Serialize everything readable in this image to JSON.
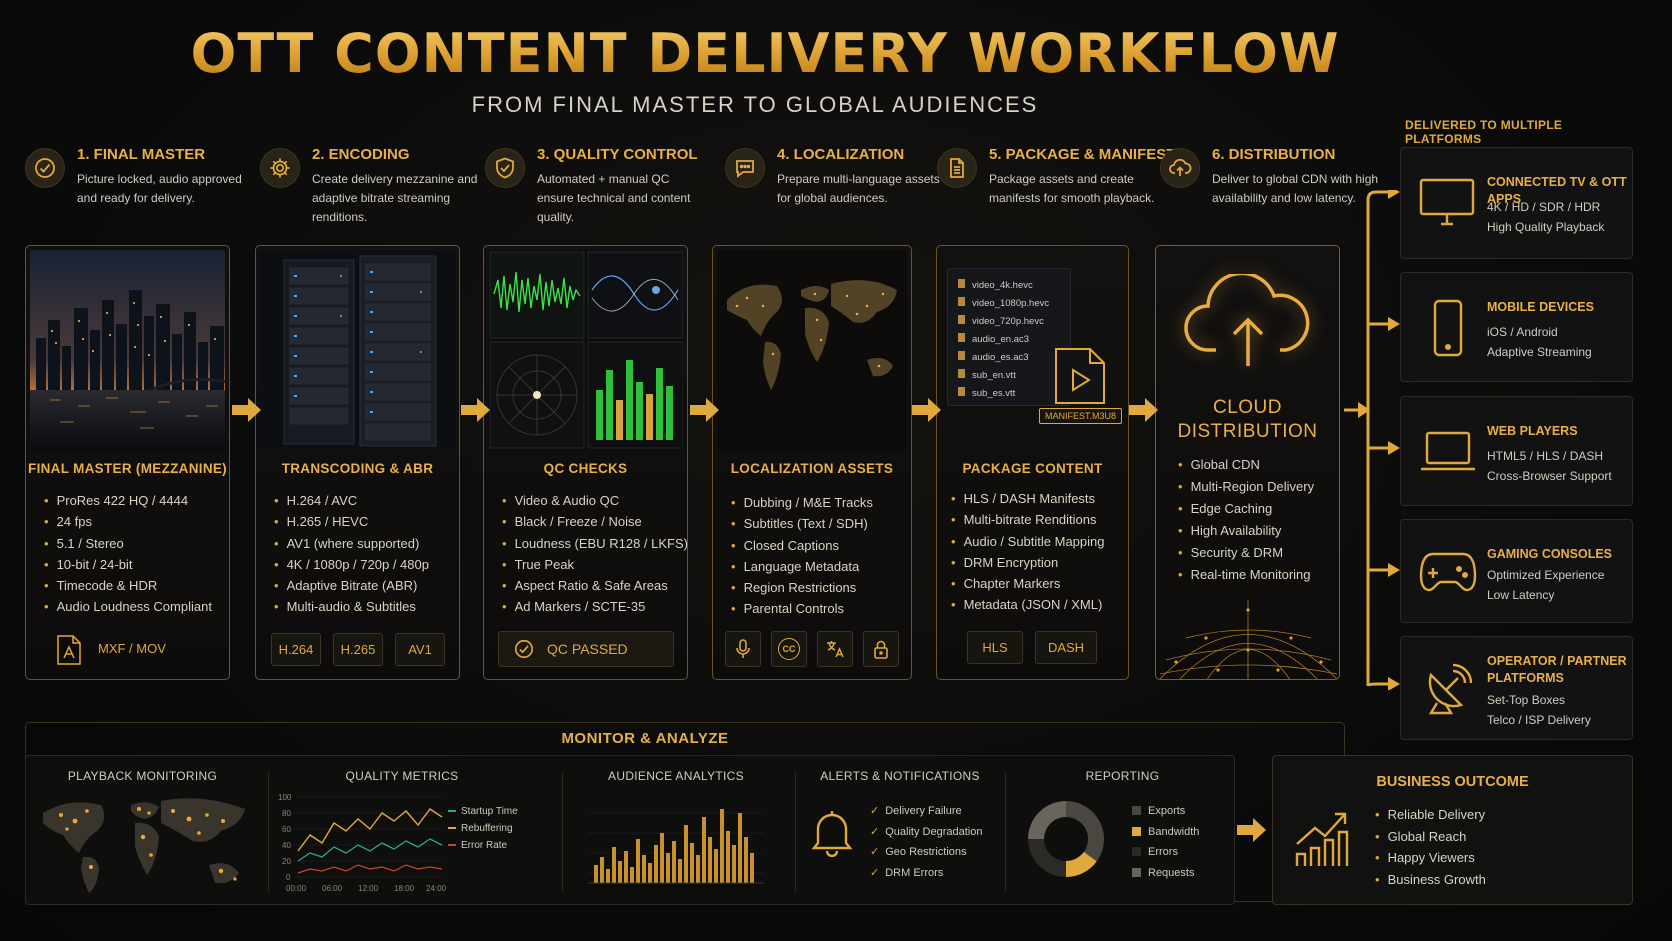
{
  "header": {
    "title": "OTT CONTENT DELIVERY WORKFLOW",
    "subtitle": "FROM FINAL MASTER TO GLOBAL AUDIENCES",
    "delivered_title": "DELIVERED TO MULTIPLE PLATFORMS"
  },
  "colors": {
    "accent": "#e0a93e",
    "background": "#0b0b0b",
    "card_border": "#6b5426"
  },
  "steps": [
    {
      "title": "1. FINAL MASTER",
      "desc": "Picture locked, audio approved and ready for delivery.",
      "icon": "check-circle-icon"
    },
    {
      "title": "2. ENCODING",
      "desc": "Create delivery mezzanine and adaptive bitrate streaming renditions.",
      "icon": "gear-icon"
    },
    {
      "title": "3. QUALITY CONTROL",
      "desc": "Automated + manual QC ensure technical and content quality.",
      "icon": "shield-check-icon"
    },
    {
      "title": "4. LOCALIZATION",
      "desc": "Prepare multi-language assets for global audiences.",
      "icon": "chat-bubble-icon"
    },
    {
      "title": "5. PACKAGE & MANIFEST",
      "desc": "Package assets and create manifests for smooth playback.",
      "icon": "document-icon"
    },
    {
      "title": "6. DISTRIBUTION",
      "desc": "Deliver to global CDN with high availability and low latency.",
      "icon": "cloud-upload-icon"
    }
  ],
  "cards": {
    "master": {
      "title": "FINAL MASTER (MEZZANINE)",
      "items": [
        "ProRes 422 HQ / 4444",
        "24 fps",
        "5.1 / Stereo",
        "10-bit / 24-bit",
        "Timecode & HDR",
        "Audio Loudness Compliant"
      ],
      "file_label": "MXF / MOV"
    },
    "encoding": {
      "title": "TRANSCODING & ABR",
      "items": [
        "H.264 / AVC",
        "H.265 / HEVC",
        "AV1 (where supported)",
        "4K / 1080p / 720p / 480p",
        "Adaptive Bitrate (ABR)",
        "Multi-audio & Subtitles"
      ],
      "tags": [
        "H.264",
        "H.265",
        "AV1"
      ]
    },
    "qc": {
      "title": "QC CHECKS",
      "items": [
        "Video & Audio QC",
        "Black / Freeze / Noise",
        "Loudness (EBU R128 / LKFS)",
        "True Peak",
        "Aspect Ratio & Safe Areas",
        "Ad Markers / SCTE-35"
      ],
      "badge": "QC PASSED"
    },
    "localization": {
      "title": "LOCALIZATION ASSETS",
      "items": [
        "Dubbing / M&E Tracks",
        "Subtitles (Text / SDH)",
        "Closed Captions",
        "Language Metadata",
        "Region Restrictions",
        "Parental Controls"
      ],
      "cc_label": "CC"
    },
    "package": {
      "title": "PACKAGE CONTENT",
      "items": [
        "HLS / DASH Manifests",
        "Multi-bitrate Renditions",
        "Audio / Subtitle Mapping",
        "DRM Encryption",
        "Chapter Markers",
        "Metadata (JSON / XML)"
      ],
      "files": [
        "video_4k.hevc",
        "video_1080p.hevc",
        "video_720p.hevc",
        "audio_en.ac3",
        "audio_es.ac3",
        "sub_en.vtt",
        "sub_es.vtt"
      ],
      "manifest_label": "MANIFEST.M3U8",
      "tags": [
        "HLS",
        "DASH"
      ]
    },
    "distribution": {
      "title_line1": "CLOUD",
      "title_line2": "DISTRIBUTION",
      "items": [
        "Global CDN",
        "Multi-Region Delivery",
        "Edge Caching",
        "High Availability",
        "Security & DRM",
        "Real-time Monitoring"
      ]
    }
  },
  "platforms": [
    {
      "title": "CONNECTED TV & OTT APPS",
      "lines": [
        "4K / HD / SDR / HDR",
        "High Quality Playback"
      ],
      "icon": "tv-icon"
    },
    {
      "title": "MOBILE DEVICES",
      "lines": [
        "iOS / Android",
        "Adaptive Streaming"
      ],
      "icon": "smartphone-icon"
    },
    {
      "title": "WEB PLAYERS",
      "lines": [
        "HTML5 / HLS / DASH",
        "Cross-Browser Support"
      ],
      "icon": "laptop-icon"
    },
    {
      "title": "GAMING CONSOLES",
      "lines": [
        "Optimized Experience",
        "Low Latency"
      ],
      "icon": "gamepad-icon"
    },
    {
      "title_line1": "OPERATOR / PARTNER",
      "title_line2": "PLATFORMS",
      "lines": [
        "Set-Top Boxes",
        "Telco / ISP Delivery"
      ],
      "icon": "satellite-dish-icon"
    }
  ],
  "monitor": {
    "title": "MONITOR & ANALYZE",
    "playback": "PLAYBACK MONITORING",
    "quality": {
      "title": "QUALITY METRICS",
      "y_ticks": [
        "100",
        "80",
        "60",
        "40",
        "20",
        "0"
      ],
      "x_ticks": [
        "00:00",
        "06:00",
        "12:00",
        "18:00",
        "24:00"
      ],
      "legend": [
        "Startup Time",
        "Rebuffering",
        "Error Rate"
      ]
    },
    "audience": "AUDIENCE ANALYTICS",
    "alerts": {
      "title": "ALERTS & NOTIFICATIONS",
      "items": [
        "Delivery Failure",
        "Quality Degradation",
        "Geo Restrictions",
        "DRM Errors"
      ]
    },
    "reporting": {
      "title": "REPORTING",
      "legend": [
        "Exports",
        "Bandwidth",
        "Errors",
        "Requests"
      ],
      "shares": [
        0.35,
        0.15,
        0.25,
        0.25
      ]
    }
  },
  "outcome": {
    "title": "BUSINESS OUTCOME",
    "items": [
      "Reliable Delivery",
      "Global Reach",
      "Happy Viewers",
      "Business Growth"
    ]
  }
}
